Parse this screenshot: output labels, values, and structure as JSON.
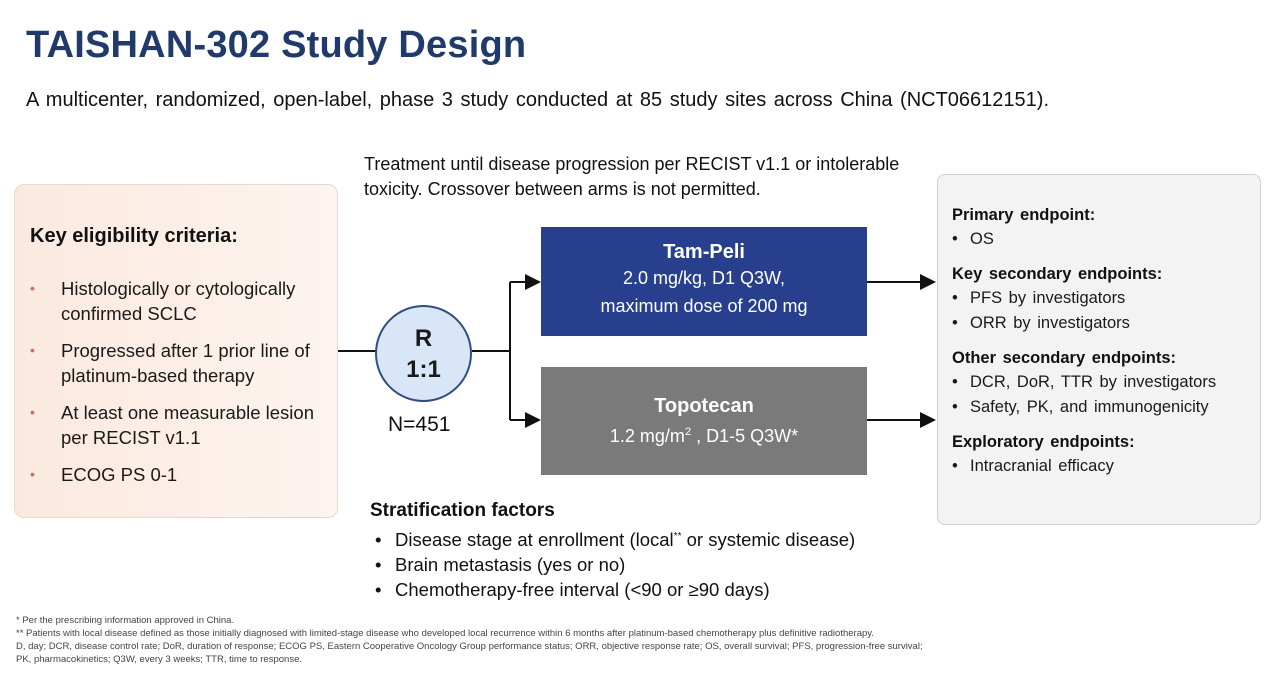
{
  "title": "TAISHAN-302 Study Design",
  "subtitle": "A multicenter, randomized, open-label, phase 3 study conducted at 85 study sites across China (NCT06612151).",
  "eligibility": {
    "title": "Key eligibility criteria:",
    "items": [
      "Histologically or cytologically confirmed SCLC",
      "Progressed after 1 prior line of platinum-based therapy",
      "At least one measurable lesion per RECIST v1.1",
      "ECOG PS 0-1"
    ]
  },
  "treatment_note": "Treatment until disease progression per RECIST v1.1 or intolerable toxicity. Crossover between arms is not permitted.",
  "randomization": {
    "line1": "R",
    "line2": "1:1",
    "n": "N=451"
  },
  "arms": [
    {
      "name": "Tam-Peli",
      "line1": "2.0 mg/kg, D1 Q3W,",
      "line2": "maximum dose of 200 mg",
      "color": "#283f8e"
    },
    {
      "name": "Topotecan",
      "line1_pre": "1.2 mg/m",
      "line1_sup": "2",
      "line1_post": " , D1-5 Q3W*",
      "color": "#7a7a7a"
    }
  ],
  "endpoints": {
    "primary": {
      "head": "Primary endpoint:",
      "items": [
        "OS"
      ]
    },
    "key_secondary": {
      "head": "Key secondary endpoints:",
      "items": [
        "PFS by investigators",
        "ORR by investigators"
      ]
    },
    "other_secondary": {
      "head": "Other secondary endpoints:",
      "items": [
        "DCR, DoR, TTR by investigators",
        "Safety, PK, and immunogenicity"
      ]
    },
    "exploratory": {
      "head": "Exploratory endpoints:",
      "items": [
        "Intracranial efficacy"
      ]
    }
  },
  "stratification": {
    "head": "Stratification factors",
    "item1_pre": "Disease stage at enrollment (local",
    "item1_sup": "**",
    "item1_post": " or systemic disease)",
    "item2": "Brain metastasis (yes or no)",
    "item3": "Chemotherapy-free interval (<90 or ≥90 days)"
  },
  "footnotes": [
    "* Per the prescribing information approved in China.",
    "** Patients with local disease defined as those initially diagnosed with limited-stage disease who developed local recurrence within 6 months after platinum-based chemotherapy plus definitive radiotherapy.",
    "D, day; DCR, disease control rate; DoR, duration of response; ECOG PS, Eastern Cooperative Oncology Group performance status; ORR, objective response rate; OS, overall survival; PFS, progression-free survival;",
    "PK, pharmacokinetics; Q3W, every 3 weeks; TTR, time to response."
  ],
  "bullet_glyph": "•"
}
